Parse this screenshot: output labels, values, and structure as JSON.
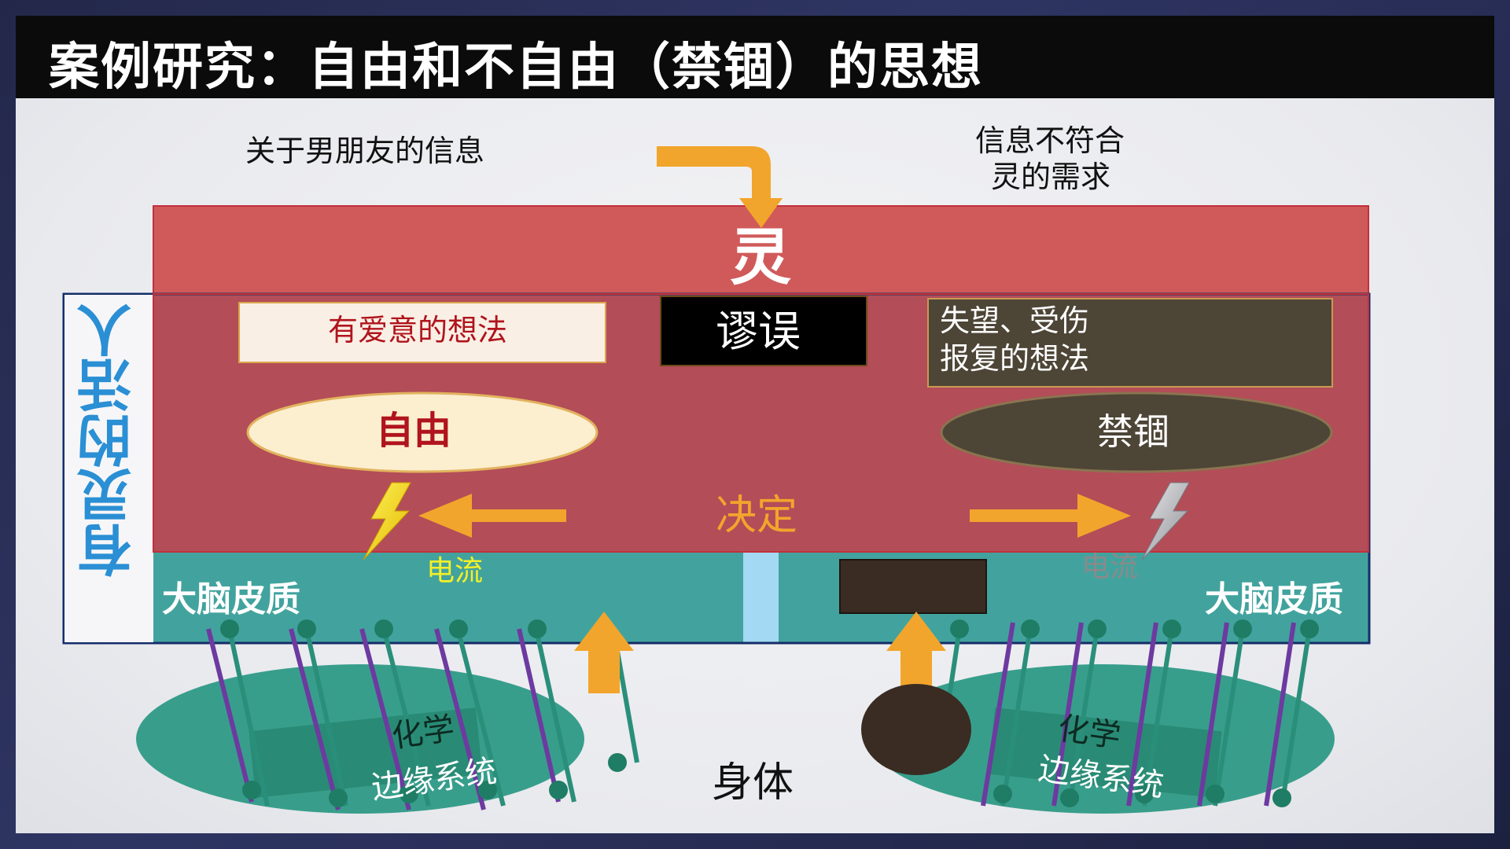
{
  "title": "案例研究：自由和不自由（禁锢）的思想",
  "info_top_left": "关于男朋友的信息",
  "info_top_right_line1": "信息不符合",
  "info_top_right_line2": "灵的需求",
  "spirit_label": "灵",
  "living_person_label": "有灵的活人",
  "loving_thought_label": "有爱意的想法",
  "error_label": "谬误",
  "hurt_thought_line1": "失望、受伤",
  "hurt_thought_line2": "报复的想法",
  "freedom_label": "自由",
  "bondage_label": "禁锢",
  "decision_label": "决定",
  "current_left_label": "电流",
  "current_right_label": "电流",
  "cortex_left_label": "大脑皮质",
  "cortex_right_label": "大脑皮质",
  "chem_left_line1": "化学",
  "chem_left_line2": "边缘系统",
  "chem_right_line1": "化学",
  "chem_right_line2": "边缘系统",
  "body_label": "身体",
  "colors": {
    "spirit_red": "#d05a5a",
    "inner_red": "#b44a55",
    "teal": "#42a39e",
    "arrow_orange": "#f2a52c",
    "dark_brown": "#4d4536",
    "cream": "#fdf1d4",
    "bolt_yellow": "#ffe21a",
    "blue_text": "#2a8fd4"
  },
  "icons": [
    "lightning-bolt-icon",
    "arrow-icon"
  ]
}
